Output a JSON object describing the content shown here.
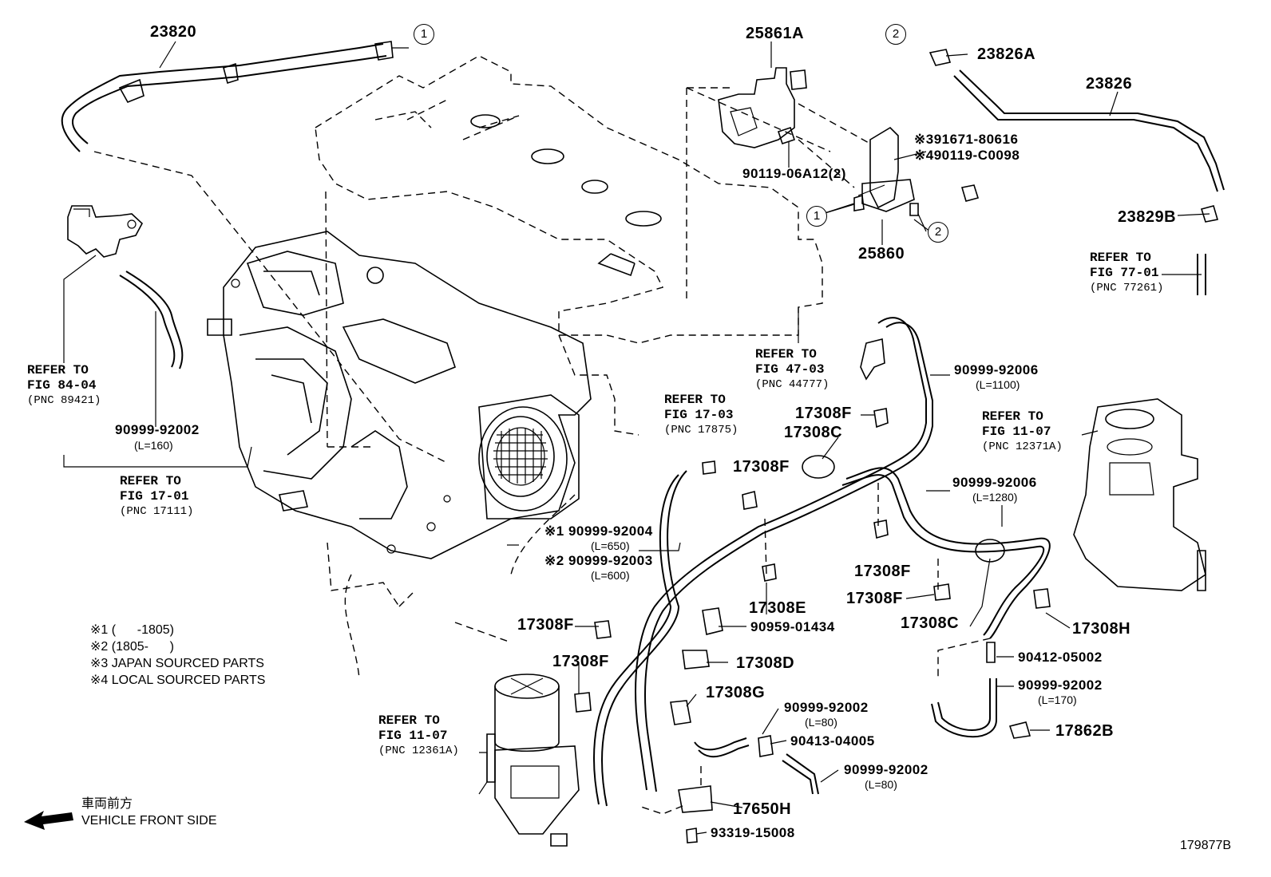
{
  "parts": {
    "p23820": "23820",
    "p25861A": "25861A",
    "p23826A": "23826A",
    "p23826": "23826",
    "p91671": "91671-80616",
    "p90119c": "90119-C0098",
    "p9011906": "90119-06A12(2)",
    "p23829B": "23829B",
    "p25860": "25860",
    "p9099992006a": "90999-92006",
    "l1100": "(L=1100)",
    "p17308F_1": "17308F",
    "p17308C_1": "17308C",
    "p17308F_2": "17308F",
    "p9099992006b": "90999-92006",
    "l1280": "(L=1280)",
    "p9099992002a": "90999-92002",
    "l160": "(L=160)",
    "p9099992004": "90999-92004",
    "l650": "(L=650)",
    "p9099992003": "90999-92003",
    "l600": "(L=600)",
    "p17308F_3": "17308F",
    "p17308F_4": "17308F",
    "p17308C_2": "17308C",
    "p17308H": "17308H",
    "p17308E": "17308E",
    "p90959": "90959-01434",
    "p17308F_5": "17308F",
    "p17308D": "17308D",
    "p17308F_6": "17308F",
    "p17308G": "17308G",
    "p90412": "90412-05002",
    "p9099992002b": "90999-92002",
    "l170": "(L=170)",
    "p17862B": "17862B",
    "p9099992002c": "90999-92002",
    "l80a": "(L=80)",
    "p90413": "90413-04005",
    "p9099992002d": "90999-92002",
    "l80b": "(L=80)",
    "p17650H": "17650H",
    "p93319": "93319-15008"
  },
  "refs": {
    "r8404": {
      "l1": "REFER TO",
      "l2": "FIG 84-04",
      "l3": "(PNC 89421)"
    },
    "r1701": {
      "l1": "REFER TO",
      "l2": "FIG 17-01",
      "l3": "(PNC 17111)"
    },
    "r7701": {
      "l1": "REFER TO",
      "l2": "FIG 77-01",
      "l3": "(PNC 77261)"
    },
    "r4703": {
      "l1": "REFER TO",
      "l2": "FIG 47-03",
      "l3": "(PNC 44777)"
    },
    "r1703": {
      "l1": "REFER TO",
      "l2": "FIG 17-03",
      "l3": "(PNC 17875)"
    },
    "r1107a": {
      "l1": "REFER TO",
      "l2": "FIG 11-07",
      "l3": "(PNC 12371A)"
    },
    "r1107b": {
      "l1": "REFER TO",
      "l2": "FIG 11-07",
      "l3": "(PNC 12361A)"
    }
  },
  "markers": {
    "m3": "※3",
    "m4": "※4",
    "m1": "※1",
    "m2": "※2",
    "c1": "1",
    "c2": "2"
  },
  "notes": {
    "n1": "※1 (      -1805)",
    "n2": "※2 (1805-      )",
    "n3": "※3 JAPAN SOURCED PARTS",
    "n4": "※4 LOCAL SOURCED PARTS"
  },
  "front": {
    "jp": "車両前方",
    "en": "VEHICLE FRONT SIDE"
  },
  "figure_id": "179877B"
}
